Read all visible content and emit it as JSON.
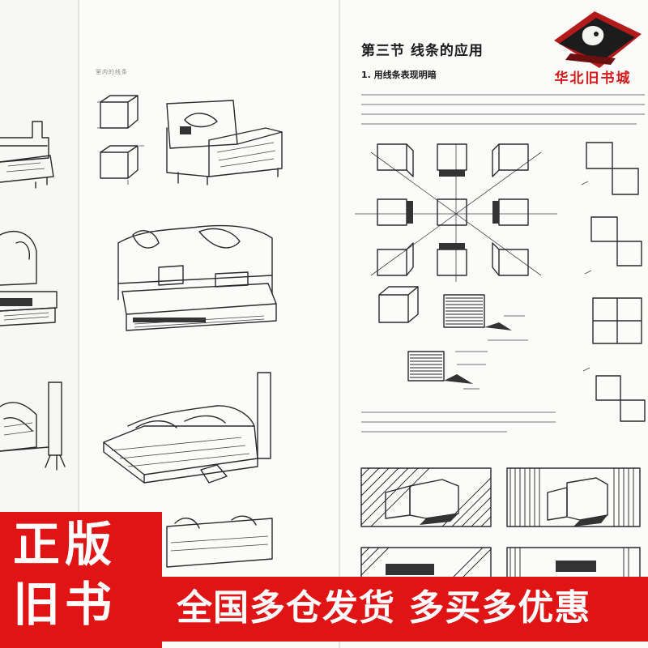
{
  "book": {
    "mid_page_header": "室内的线条",
    "section_title": "第三节 线条的应用",
    "subsection_title": "1. 用线条表现明暗"
  },
  "store": {
    "name": "华北旧书城"
  },
  "promo": {
    "badge_line1": "正版",
    "badge_line2": "旧书",
    "banner": "全国多仓发货 多买多优惠"
  },
  "colors": {
    "promo_red": "#e01414",
    "ink": "#2a2a2a"
  }
}
